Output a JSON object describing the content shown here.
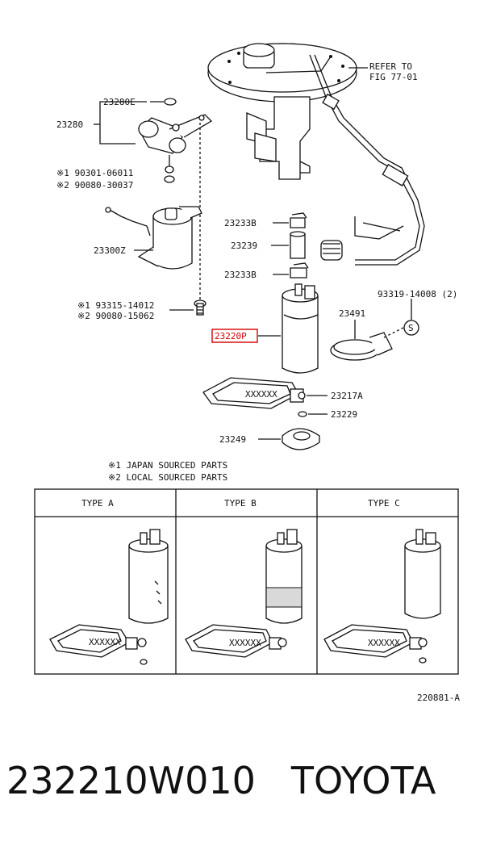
{
  "diagram": {
    "refer_line1": "REFER TO",
    "refer_line2": "FIG 77-01",
    "labels": {
      "p23280E": "23280E",
      "p23280": "23280",
      "p90301": "※1 90301-06011",
      "p90080a": "※2 90080-30037",
      "p23300Z": "23300Z",
      "p93315": "※1 93315-14012",
      "p90080b": "※2 90080-15062",
      "p23233B_top": "23233B",
      "p23239": "23239",
      "p23233B_bot": "23233B",
      "p93319": "93319-14008 (2)",
      "p23491": "23491",
      "p23220P": "23220P",
      "p23217A": "23217A",
      "p23229": "23229",
      "p23249": "23249",
      "s_marker": "S"
    },
    "notes": {
      "n1": "※1  JAPAN SOURCED PARTS",
      "n2": "※2  LOCAL SOURCED PARTS"
    },
    "types": [
      "TYPE A",
      "TYPE B",
      "TYPE C"
    ],
    "figure_id": "220881-A",
    "colors": {
      "highlight": "#d40000",
      "ink": "#111111"
    }
  },
  "footer": {
    "part_number": "232210W010",
    "brand": "TOYOTA"
  }
}
